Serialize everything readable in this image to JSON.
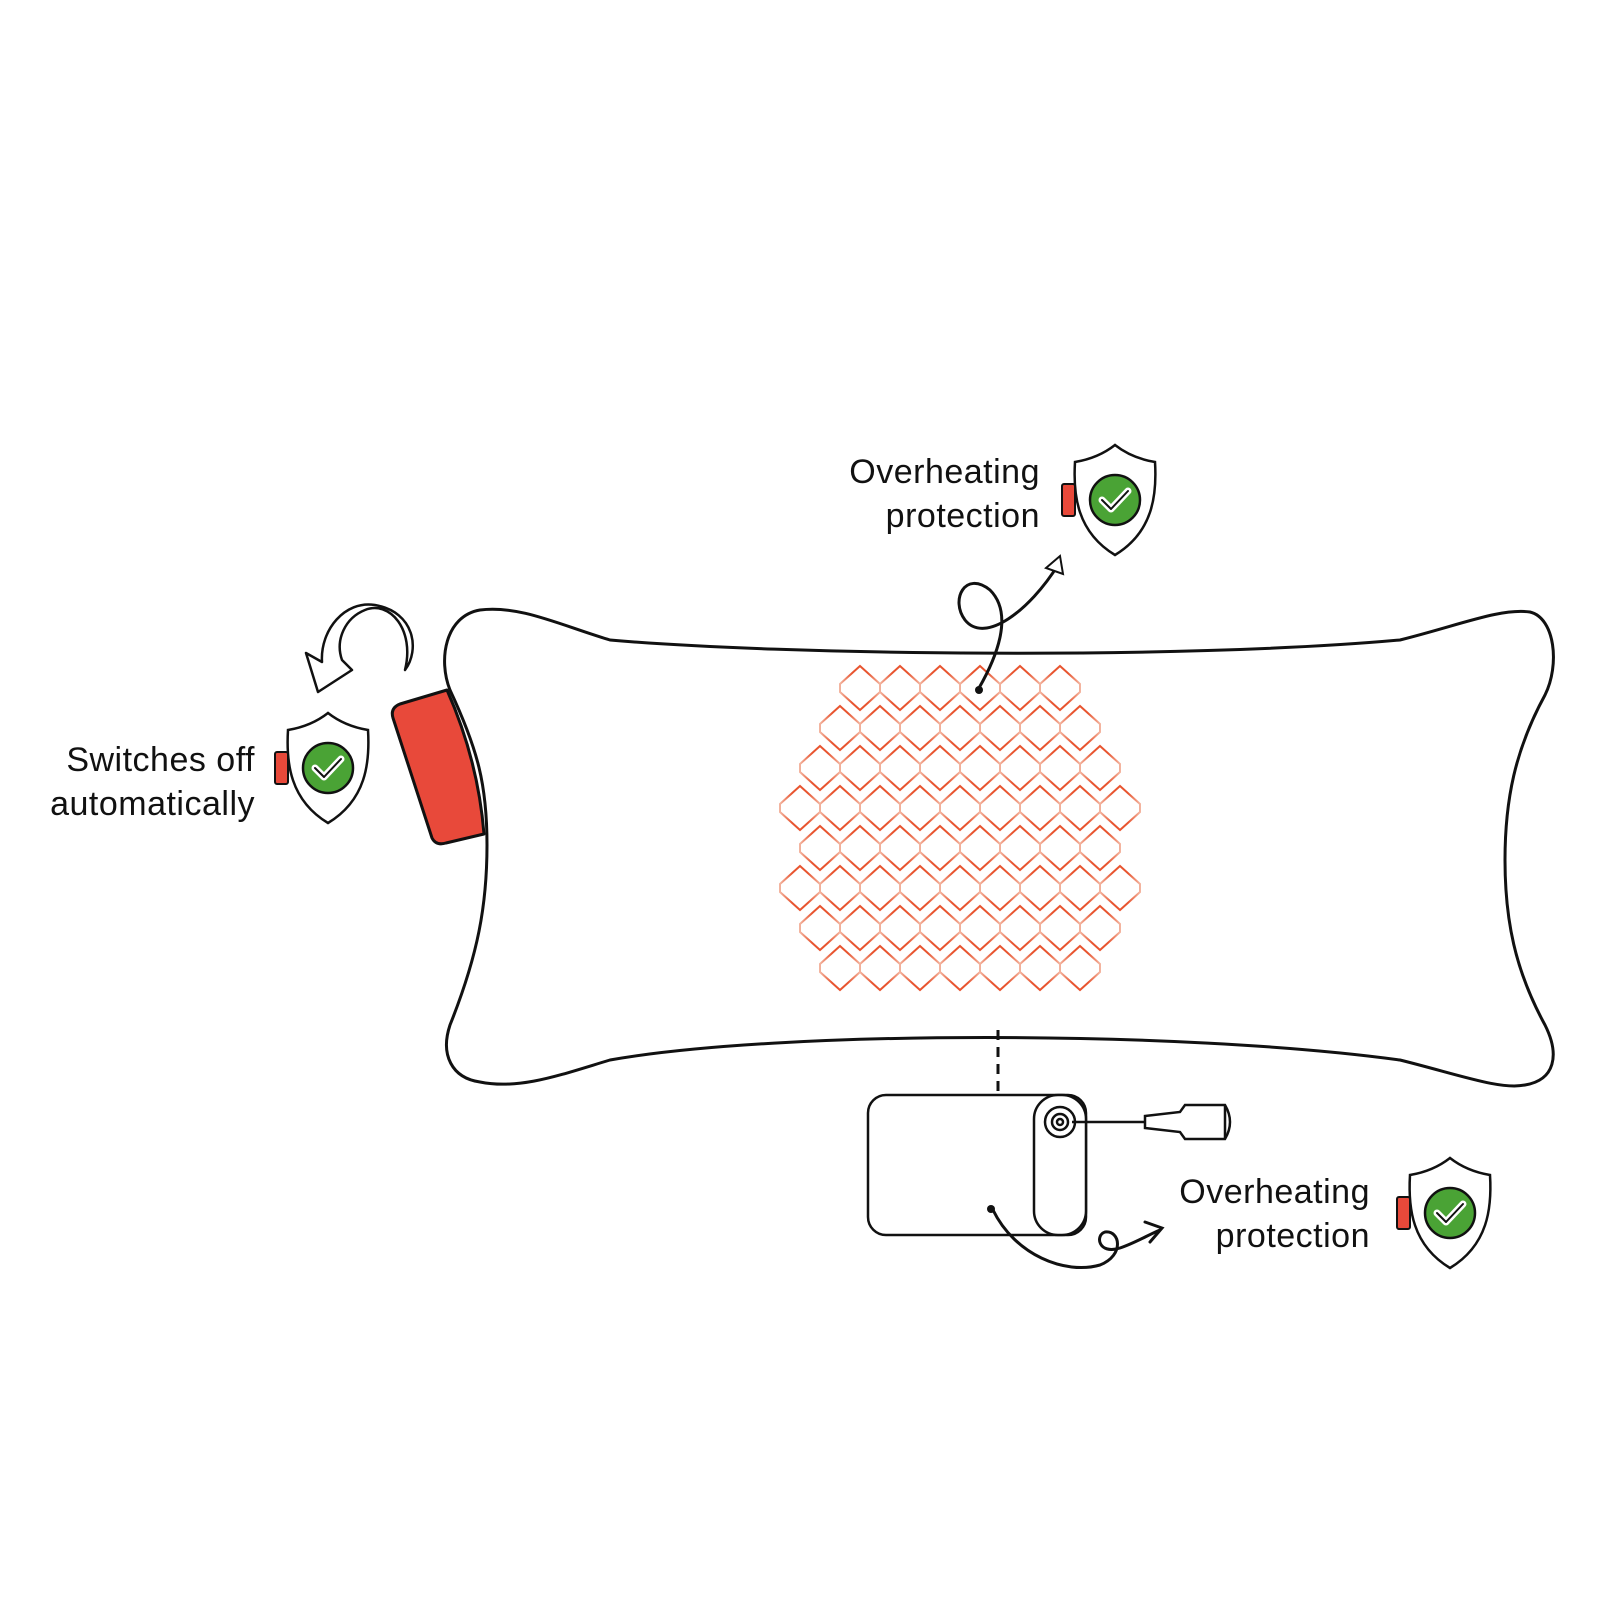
{
  "colors": {
    "stroke": "#111111",
    "accent_red": "#e8493a",
    "check_green": "#4aa335",
    "heating_grid": "#ec5a35",
    "background": "#ffffff"
  },
  "callouts": {
    "top": {
      "line1": "Overheating",
      "line2": "protection",
      "icon": "shield-check-icon"
    },
    "left": {
      "line1": "Switches off",
      "line2": "automatically",
      "icon": "shield-check-icon"
    },
    "bottom": {
      "line1": "Overheating",
      "line2": "protection",
      "icon": "shield-check-icon"
    }
  },
  "illustration": {
    "product": "heated-pillow-icon",
    "controller": "controller-box-icon",
    "plug": "power-plug-icon",
    "rotate_arrow": "rotate-arrow-icon"
  }
}
